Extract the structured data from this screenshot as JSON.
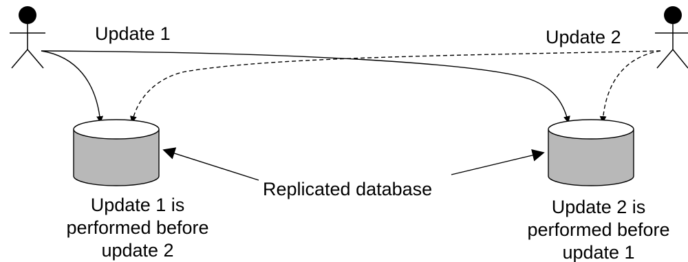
{
  "labels": {
    "update1": "Update 1",
    "update2": "Update 2",
    "replicated": "Replicated database"
  },
  "captions": {
    "left": [
      "Update 1 is",
      "performed before",
      "update 2"
    ],
    "right": [
      "Update 2 is",
      "performed before",
      "update 1"
    ]
  },
  "colors": {
    "line": "#000000",
    "cylinder_fill": "#b8b8b8",
    "cylinder_top": "#ffffff",
    "background": "#ffffff"
  },
  "icons": {
    "actor_left": "stick-figure-icon",
    "actor_right": "stick-figure-icon",
    "database_left": "database-cylinder-icon",
    "database_right": "database-cylinder-icon"
  }
}
